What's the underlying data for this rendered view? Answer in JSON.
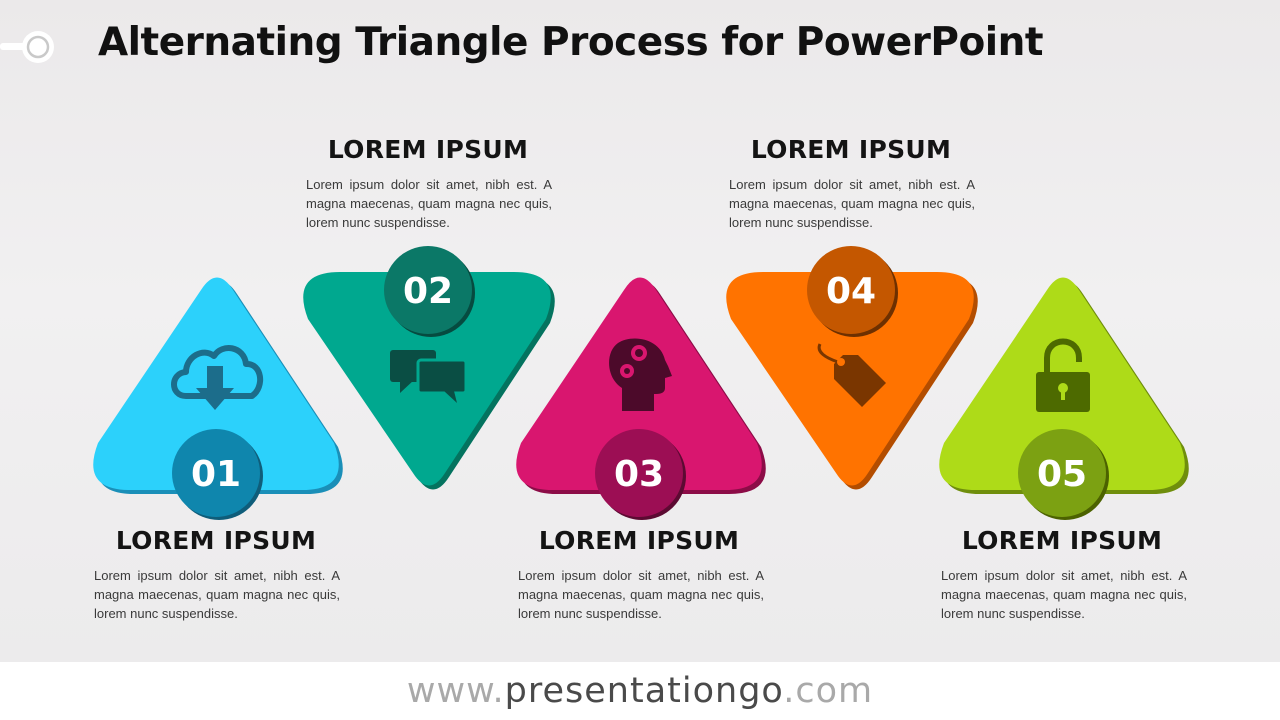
{
  "title": "Alternating Triangle Process for PowerPoint",
  "footer": {
    "prefix": "www.",
    "domain": "presentationgo",
    "suffix": ".com"
  },
  "steps": [
    {
      "number": "01",
      "heading": "LOREM IPSUM",
      "text": "Lorem ipsum dolor sit amet, nibh est. A magna maecenas, quam magna nec quis, lorem nunc suspendisse.",
      "color": "#2cd1fb",
      "icon": "cloud-download-icon"
    },
    {
      "number": "02",
      "heading": "LOREM IPSUM",
      "text": "Lorem ipsum dolor sit amet, nibh est. A magna maecenas, quam magna nec quis, lorem nunc suspendisse.",
      "color": "#00a88f",
      "icon": "chat-bubbles-icon"
    },
    {
      "number": "03",
      "heading": "LOREM IPSUM",
      "text": "Lorem ipsum dolor sit amet, nibh est. A magna maecenas, quam magna nec quis, lorem nunc suspendisse.",
      "color": "#d9166f",
      "icon": "head-gears-icon"
    },
    {
      "number": "04",
      "heading": "LOREM IPSUM",
      "text": "Lorem ipsum dolor sit amet, nibh est. A magna maecenas, quam magna nec quis, lorem nunc suspendisse.",
      "color": "#ff7300",
      "icon": "price-tag-icon"
    },
    {
      "number": "05",
      "heading": "LOREM IPSUM",
      "text": "Lorem ipsum dolor sit amet, nibh est. A magna maecenas, quam magna nec quis, lorem nunc suspendisse.",
      "color": "#aedb18",
      "icon": "unlocked-padlock-icon"
    }
  ]
}
